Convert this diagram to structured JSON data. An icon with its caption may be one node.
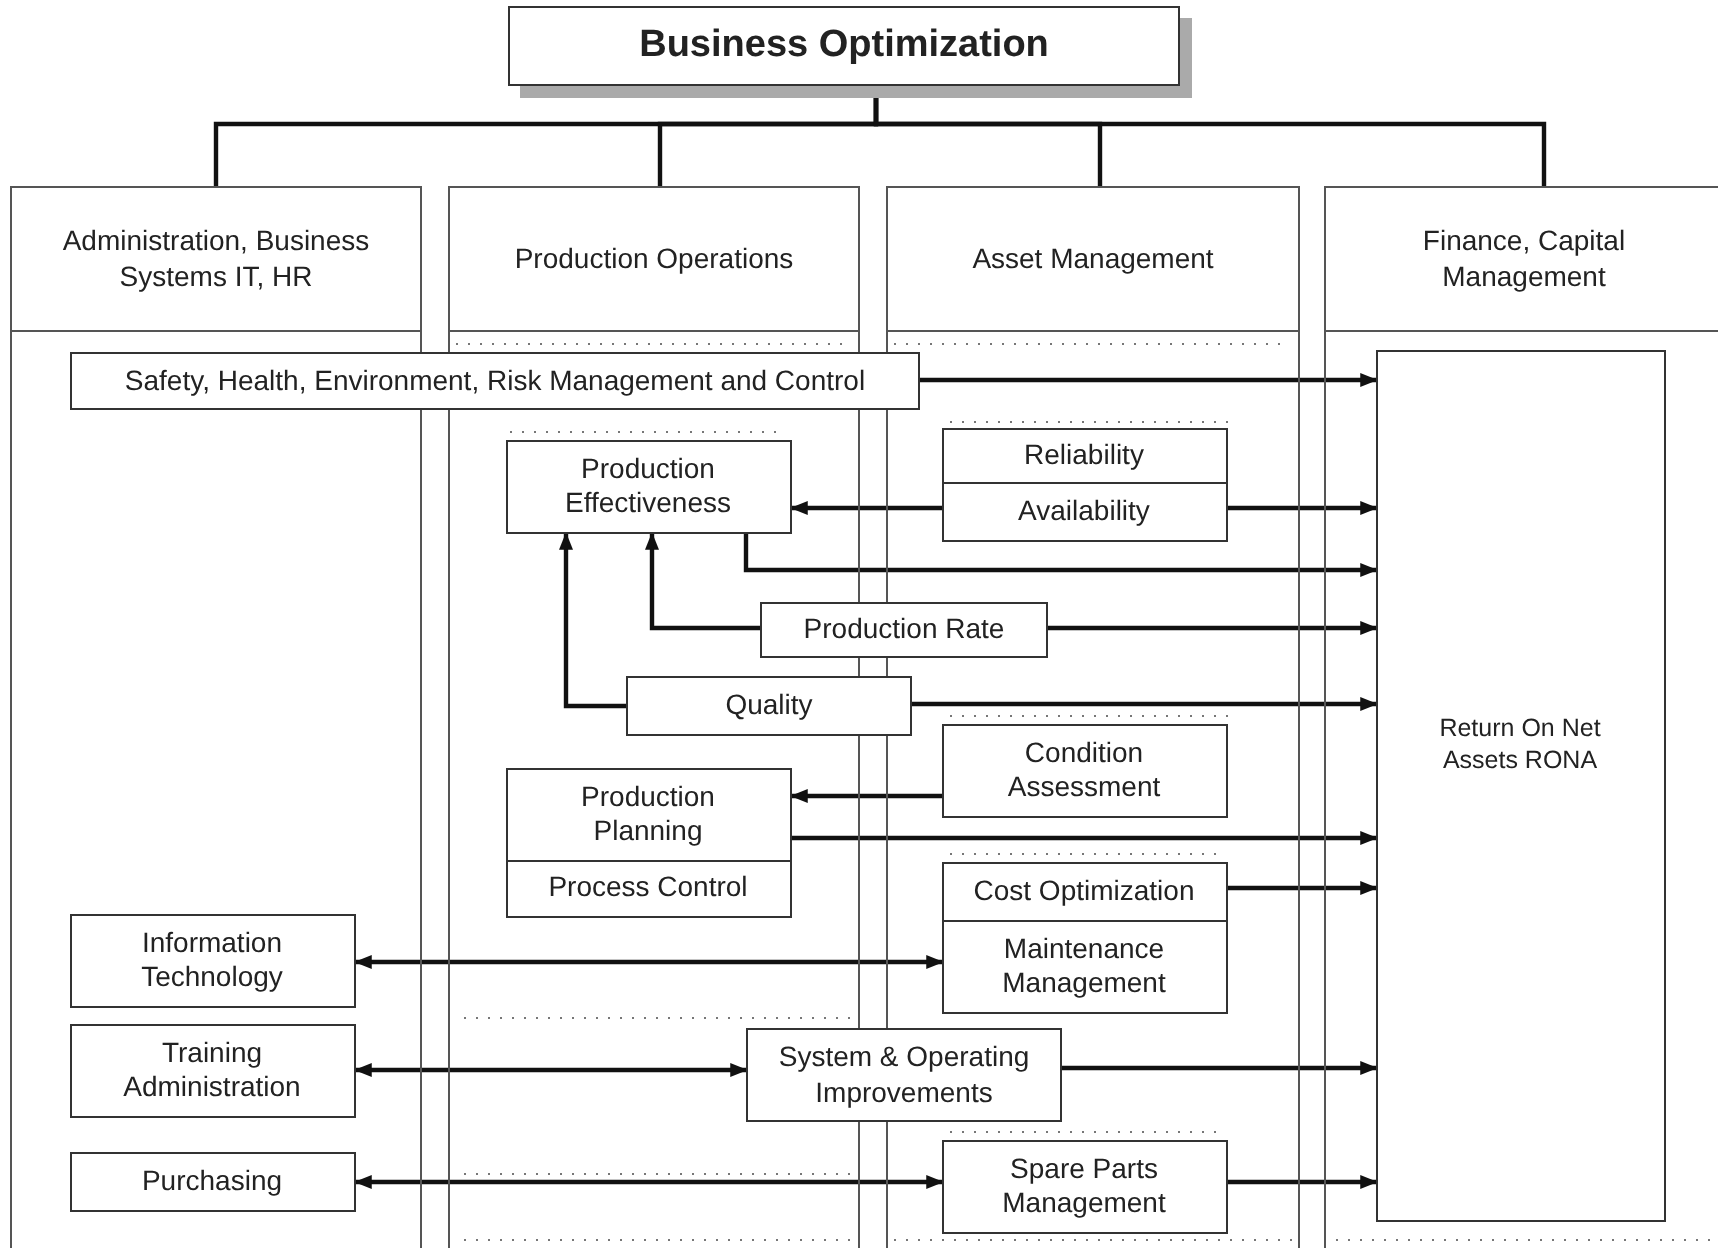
{
  "diagram": {
    "nodes": [
      {
        "text": [
          "Business Optimization"
        ]
      },
      {
        "text": [
          "Administration, Business Systems IT, HR"
        ]
      },
      {
        "text": [
          "Production Operations"
        ]
      },
      {
        "text": [
          "Asset Management"
        ]
      },
      {
        "text": [
          "Finance, Capital Management"
        ]
      },
      {
        "text": [
          "Safety, Health, Environment, Risk Management and Control"
        ]
      },
      {
        "text": [
          "Production Effectiveness"
        ],
        "in": 2
      },
      {
        "text": [
          "Reliability"
        ],
        "in": 3
      },
      {
        "text": [
          "Availability"
        ],
        "in": 3
      },
      {
        "text": [
          "Production Rate"
        ]
      },
      {
        "text": [
          "Quality"
        ]
      },
      {
        "text": [
          "Condition Assessment"
        ],
        "in": 3
      },
      {
        "text": [
          "Production Planning"
        ],
        "in": 2
      },
      {
        "text": [
          "Process Control"
        ],
        "in": 2
      },
      {
        "text": [
          "Return On Net Assets RONA"
        ],
        "in": 4
      },
      {
        "text": [
          "Information Technology"
        ],
        "in": 1
      },
      {
        "text": [
          "Cost Optimization"
        ],
        "in": 3
      },
      {
        "text": [
          "Maintenance Management"
        ],
        "in": 3
      },
      {
        "text": [
          "Training Administration"
        ],
        "in": 1
      },
      {
        "text": [
          "System & Operating Improvements"
        ]
      },
      {
        "text": [
          "Purchasing"
        ],
        "in": 1
      },
      {
        "text": [
          "Spare Parts Management"
        ],
        "in": 3
      }
    ],
    "edges": [
      {
        "from": 0,
        "to": 1,
        "arrow": "none"
      },
      {
        "from": 0,
        "to": 2,
        "arrow": "none"
      },
      {
        "from": 0,
        "to": 3,
        "arrow": "none"
      },
      {
        "from": 0,
        "to": 4,
        "arrow": "none"
      },
      {
        "from": 5,
        "to": 14,
        "arrow": "to"
      },
      {
        "from": 8,
        "to": 6,
        "arrow": "to"
      },
      {
        "from": 8,
        "to": 14,
        "arrow": "to"
      },
      {
        "from": 6,
        "to": 14,
        "arrow": "to"
      },
      {
        "from": 9,
        "to": 6,
        "arrow": "to"
      },
      {
        "from": 9,
        "to": 14,
        "arrow": "to"
      },
      {
        "from": 10,
        "to": 6,
        "arrow": "to"
      },
      {
        "from": 10,
        "to": 14,
        "arrow": "to"
      },
      {
        "from": 11,
        "to": 12,
        "arrow": "to"
      },
      {
        "from": 12,
        "to": 14,
        "arrow": "to"
      },
      {
        "from": 16,
        "to": 14,
        "arrow": "to"
      },
      {
        "from": 15,
        "to": 17,
        "arrow": "both"
      },
      {
        "from": 18,
        "to": 19,
        "arrow": "both"
      },
      {
        "from": 19,
        "to": 14,
        "arrow": "to"
      },
      {
        "from": 20,
        "to": 21,
        "arrow": "both"
      },
      {
        "from": 21,
        "to": 14,
        "arrow": "to"
      }
    ]
  }
}
